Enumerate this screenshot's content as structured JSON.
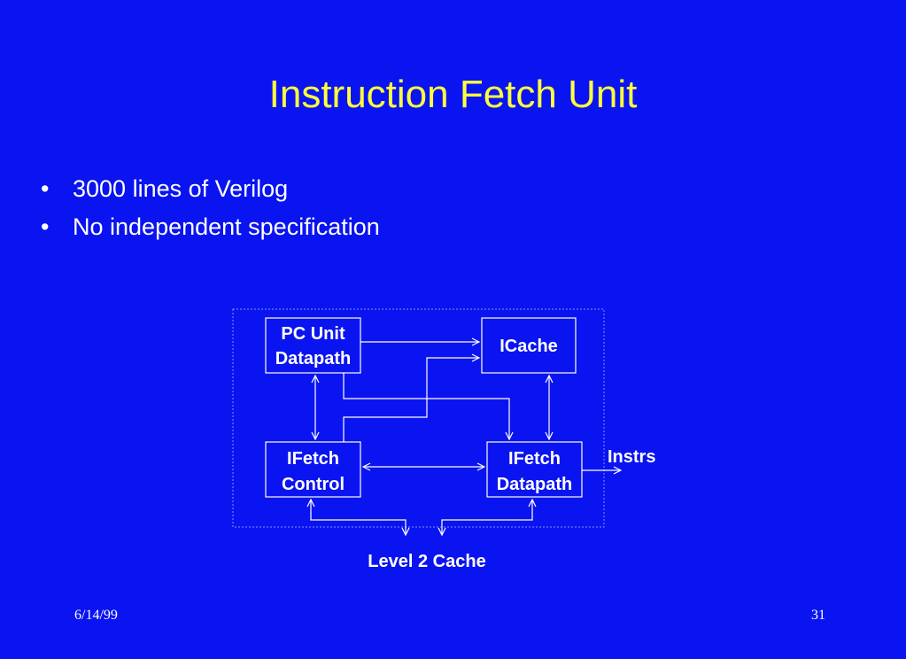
{
  "slide": {
    "title": "Instruction Fetch Unit",
    "bullets": [
      "3000 lines of Verilog",
      "No independent specification"
    ],
    "date": "6/14/99",
    "page_number": "31"
  },
  "diagram": {
    "pc_unit_datapath": [
      "PC Unit",
      "Datapath"
    ],
    "icache": "ICache",
    "ifetch_control": [
      "IFetch",
      "Control"
    ],
    "ifetch_datapath": [
      "IFetch",
      "Datapath"
    ],
    "output_label": "Instrs",
    "level2_cache_label": "Level 2 Cache"
  },
  "colors": {
    "background": "#0a14f0",
    "title": "#ffff3c",
    "text": "#ffffff"
  }
}
